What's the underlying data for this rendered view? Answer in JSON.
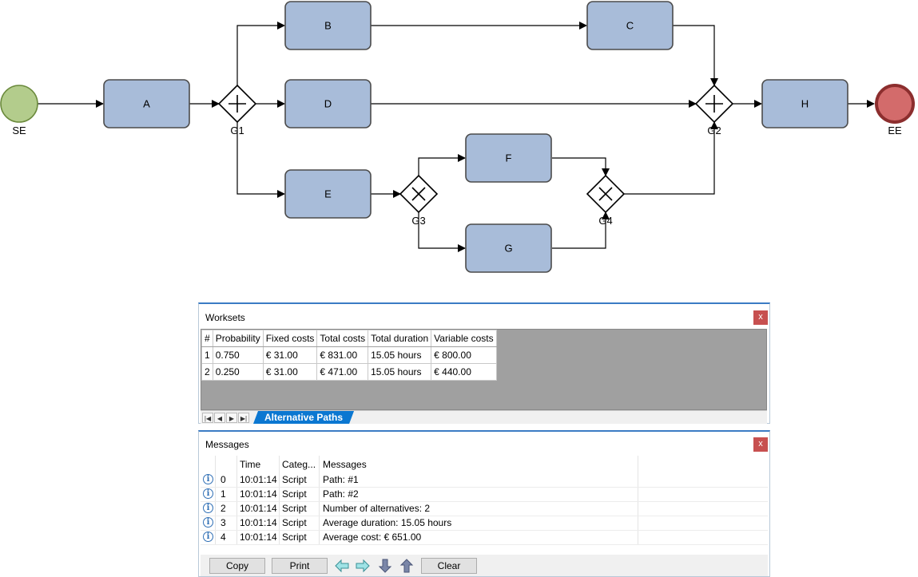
{
  "diagram": {
    "tasks": {
      "A": "A",
      "B": "B",
      "C": "C",
      "D": "D",
      "E": "E",
      "F": "F",
      "G": "G",
      "H": "H"
    },
    "events": {
      "start": "SE",
      "end": "EE"
    },
    "gateways": {
      "g1": "G1",
      "g2": "G2",
      "g3": "G3",
      "g4": "G4"
    },
    "colors": {
      "task_fill": "#a8bcd9",
      "start_fill": "#b3cc8c",
      "end_fill": "#d36b6b",
      "end_stroke": "#8c2e2e"
    }
  },
  "worksets": {
    "title": "Worksets",
    "close": "x",
    "columns": [
      "#",
      "Probability",
      "Fixed costs",
      "Total costs",
      "Total duration",
      "Variable costs"
    ],
    "rows": [
      [
        "1",
        "0.750",
        "€ 31.00",
        "€ 831.00",
        "15.05 hours",
        "€ 800.00"
      ],
      [
        "2",
        "0.250",
        "€ 31.00",
        "€ 471.00",
        "15.05 hours",
        "€ 440.00"
      ]
    ],
    "tab": "Alternative Paths"
  },
  "messages": {
    "title": "Messages",
    "close": "x",
    "columns": {
      "time": "Time",
      "category": "Categ...",
      "messages": "Messages"
    },
    "rows": [
      {
        "id": "0",
        "time": "10:01:14",
        "category": "Script",
        "message": "Path: #1"
      },
      {
        "id": "1",
        "time": "10:01:14",
        "category": "Script",
        "message": "Path: #2"
      },
      {
        "id": "2",
        "time": "10:01:14",
        "category": "Script",
        "message": "Number of alternatives: 2"
      },
      {
        "id": "3",
        "time": "10:01:14",
        "category": "Script",
        "message": "Average duration: 15.05 hours"
      },
      {
        "id": "4",
        "time": "10:01:14",
        "category": "Script",
        "message": "Average cost: € 651.00"
      }
    ],
    "buttons": {
      "copy": "Copy",
      "print": "Print",
      "clear": "Clear"
    },
    "icons": [
      "info-icon",
      "arrow-left-icon",
      "arrow-right-icon",
      "arrow-down-icon",
      "arrow-up-icon"
    ]
  }
}
